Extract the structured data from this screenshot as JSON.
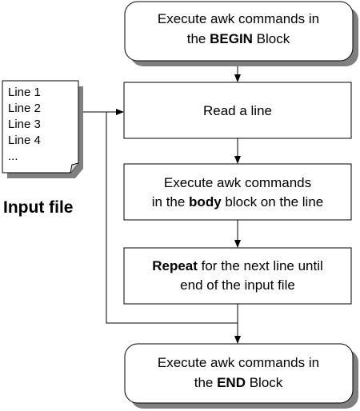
{
  "colors": {
    "box_fill": "#ffffff",
    "stroke": "#000000",
    "shadow": "#7f7f7f",
    "arrow": "#000000"
  },
  "input_file": {
    "lines": [
      "Line 1",
      "Line 2",
      "Line 3",
      "Line 4",
      "..."
    ],
    "caption": "Input file"
  },
  "steps": {
    "begin": {
      "line1": "Execute awk commands in",
      "line2_pre": "the ",
      "line2_bold": "BEGIN",
      "line2_post": " Block"
    },
    "read": {
      "text": "Read a line"
    },
    "body": {
      "line1": "Execute awk commands",
      "line2_pre": "in the ",
      "line2_bold": "body",
      "line2_post": " block on the line"
    },
    "repeat": {
      "line1_bold": "Repeat",
      "line1_post": " for the next line until",
      "line2": "end of the input file"
    },
    "end": {
      "line1": "Execute awk commands in",
      "line2_pre": "the ",
      "line2_bold": "END",
      "line2_post": " Block"
    }
  }
}
